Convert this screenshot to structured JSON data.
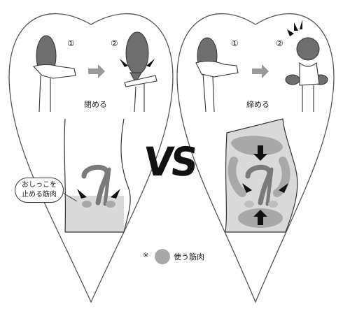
{
  "left_panel": {
    "step1": "①",
    "step2": "②",
    "action_label": "閉める",
    "bubble_line1": "おしっこを",
    "bubble_line2": "止める筋肉"
  },
  "right_panel": {
    "step1": "①",
    "step2": "②",
    "action_label": "締める"
  },
  "center": {
    "vs_text": "VS"
  },
  "legend": {
    "mark": "※",
    "text": "使う筋肉"
  },
  "colors": {
    "muscle": "#a9a9a9",
    "balloon": "#6e6e6e",
    "bg_gray": "#d9d9d9",
    "outline": "#333333"
  }
}
